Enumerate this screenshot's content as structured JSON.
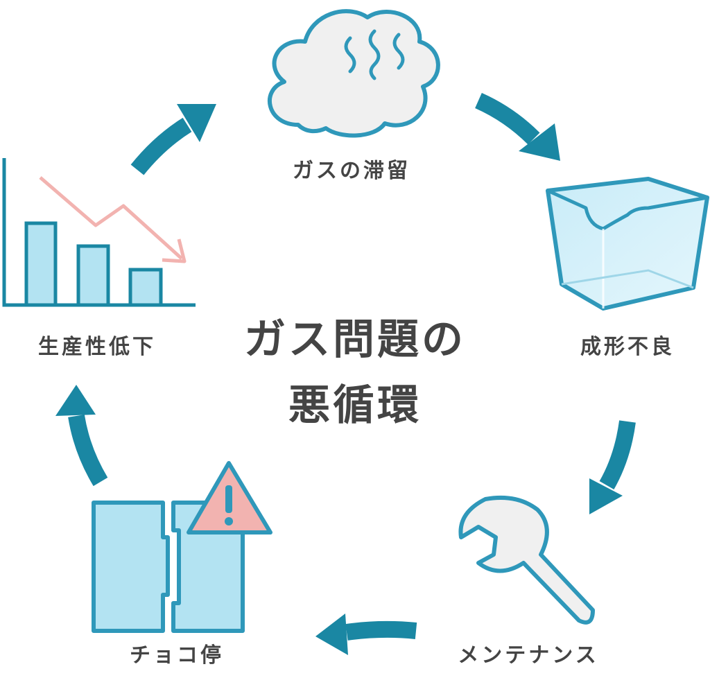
{
  "title": {
    "line1": "ガス問題の",
    "line2": "悪循環"
  },
  "nodes": [
    {
      "label": "ガスの滞留",
      "icon": "cloud-steam-icon"
    },
    {
      "label": "成形不良",
      "icon": "defective-box-icon"
    },
    {
      "label": "メンテナンス",
      "icon": "wrench-icon"
    },
    {
      "label": "チョコ停",
      "icon": "stoppage-warning-icon"
    },
    {
      "label": "生産性低下",
      "icon": "declining-chart-icon"
    }
  ],
  "colors": {
    "arrow": "#1a87a3",
    "outline": "#2f98ba",
    "fill": "#b3e3f2",
    "cloud": "#f0f0f0",
    "warn": "#f2b3b0",
    "text": "#444444"
  }
}
